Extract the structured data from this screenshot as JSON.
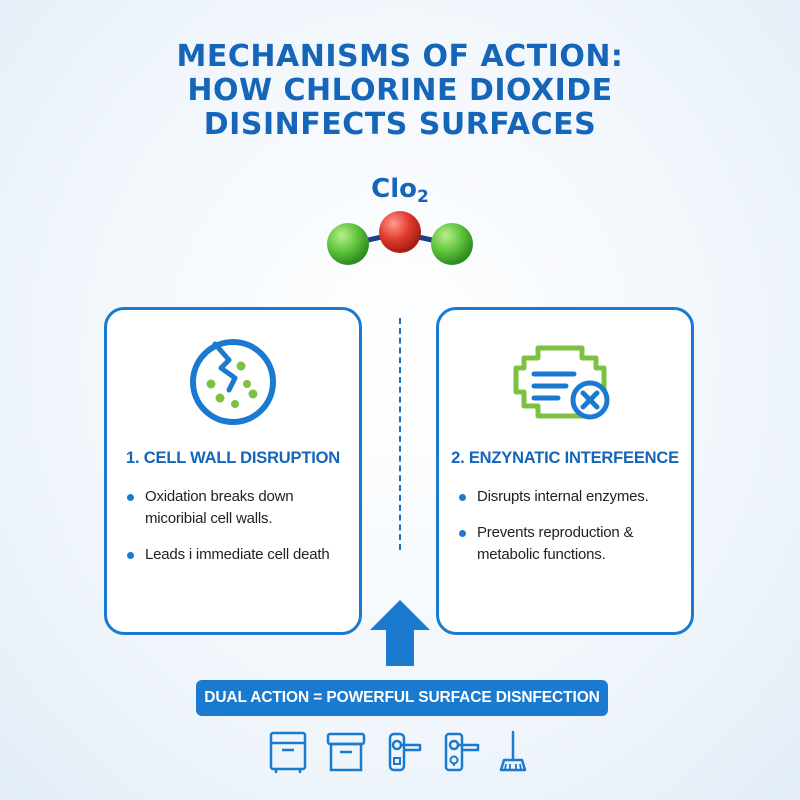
{
  "title": {
    "line1": "MECHANISMS OF ACTION:",
    "line2": "HOW CHLORINE DIOXIDE",
    "line3": "DISINFECTS SURFACES"
  },
  "formula": {
    "main": "Clo",
    "subscript": "2"
  },
  "colors": {
    "primary_blue": "#1a7ad0",
    "atom_green": "#5ec33c",
    "atom_red": "#e23a2e",
    "bond_blue": "#1d3f8a"
  },
  "cards": [
    {
      "heading": "1. CELL WALL DISRUPTION",
      "icon": "broken-cell-icon",
      "bullets": [
        "Oxidation breaks down micoribial cell walls.",
        "Leads i immediate cell death"
      ]
    },
    {
      "heading": "2. ENZYNATIC INTERFEENCE",
      "icon": "enzyme-blocked-icon",
      "bullets": [
        "Disrupts internal enzymes.",
        "Prevents reproduction & metabolic functions."
      ]
    }
  ],
  "banner": "DUAL ACTION = POWERFUL SURFACE DISNFECTION",
  "surface_icons": [
    "cabinet-icon",
    "storage-box-icon",
    "door-handle-icon",
    "door-lock-handle-icon",
    "mop-icon"
  ]
}
